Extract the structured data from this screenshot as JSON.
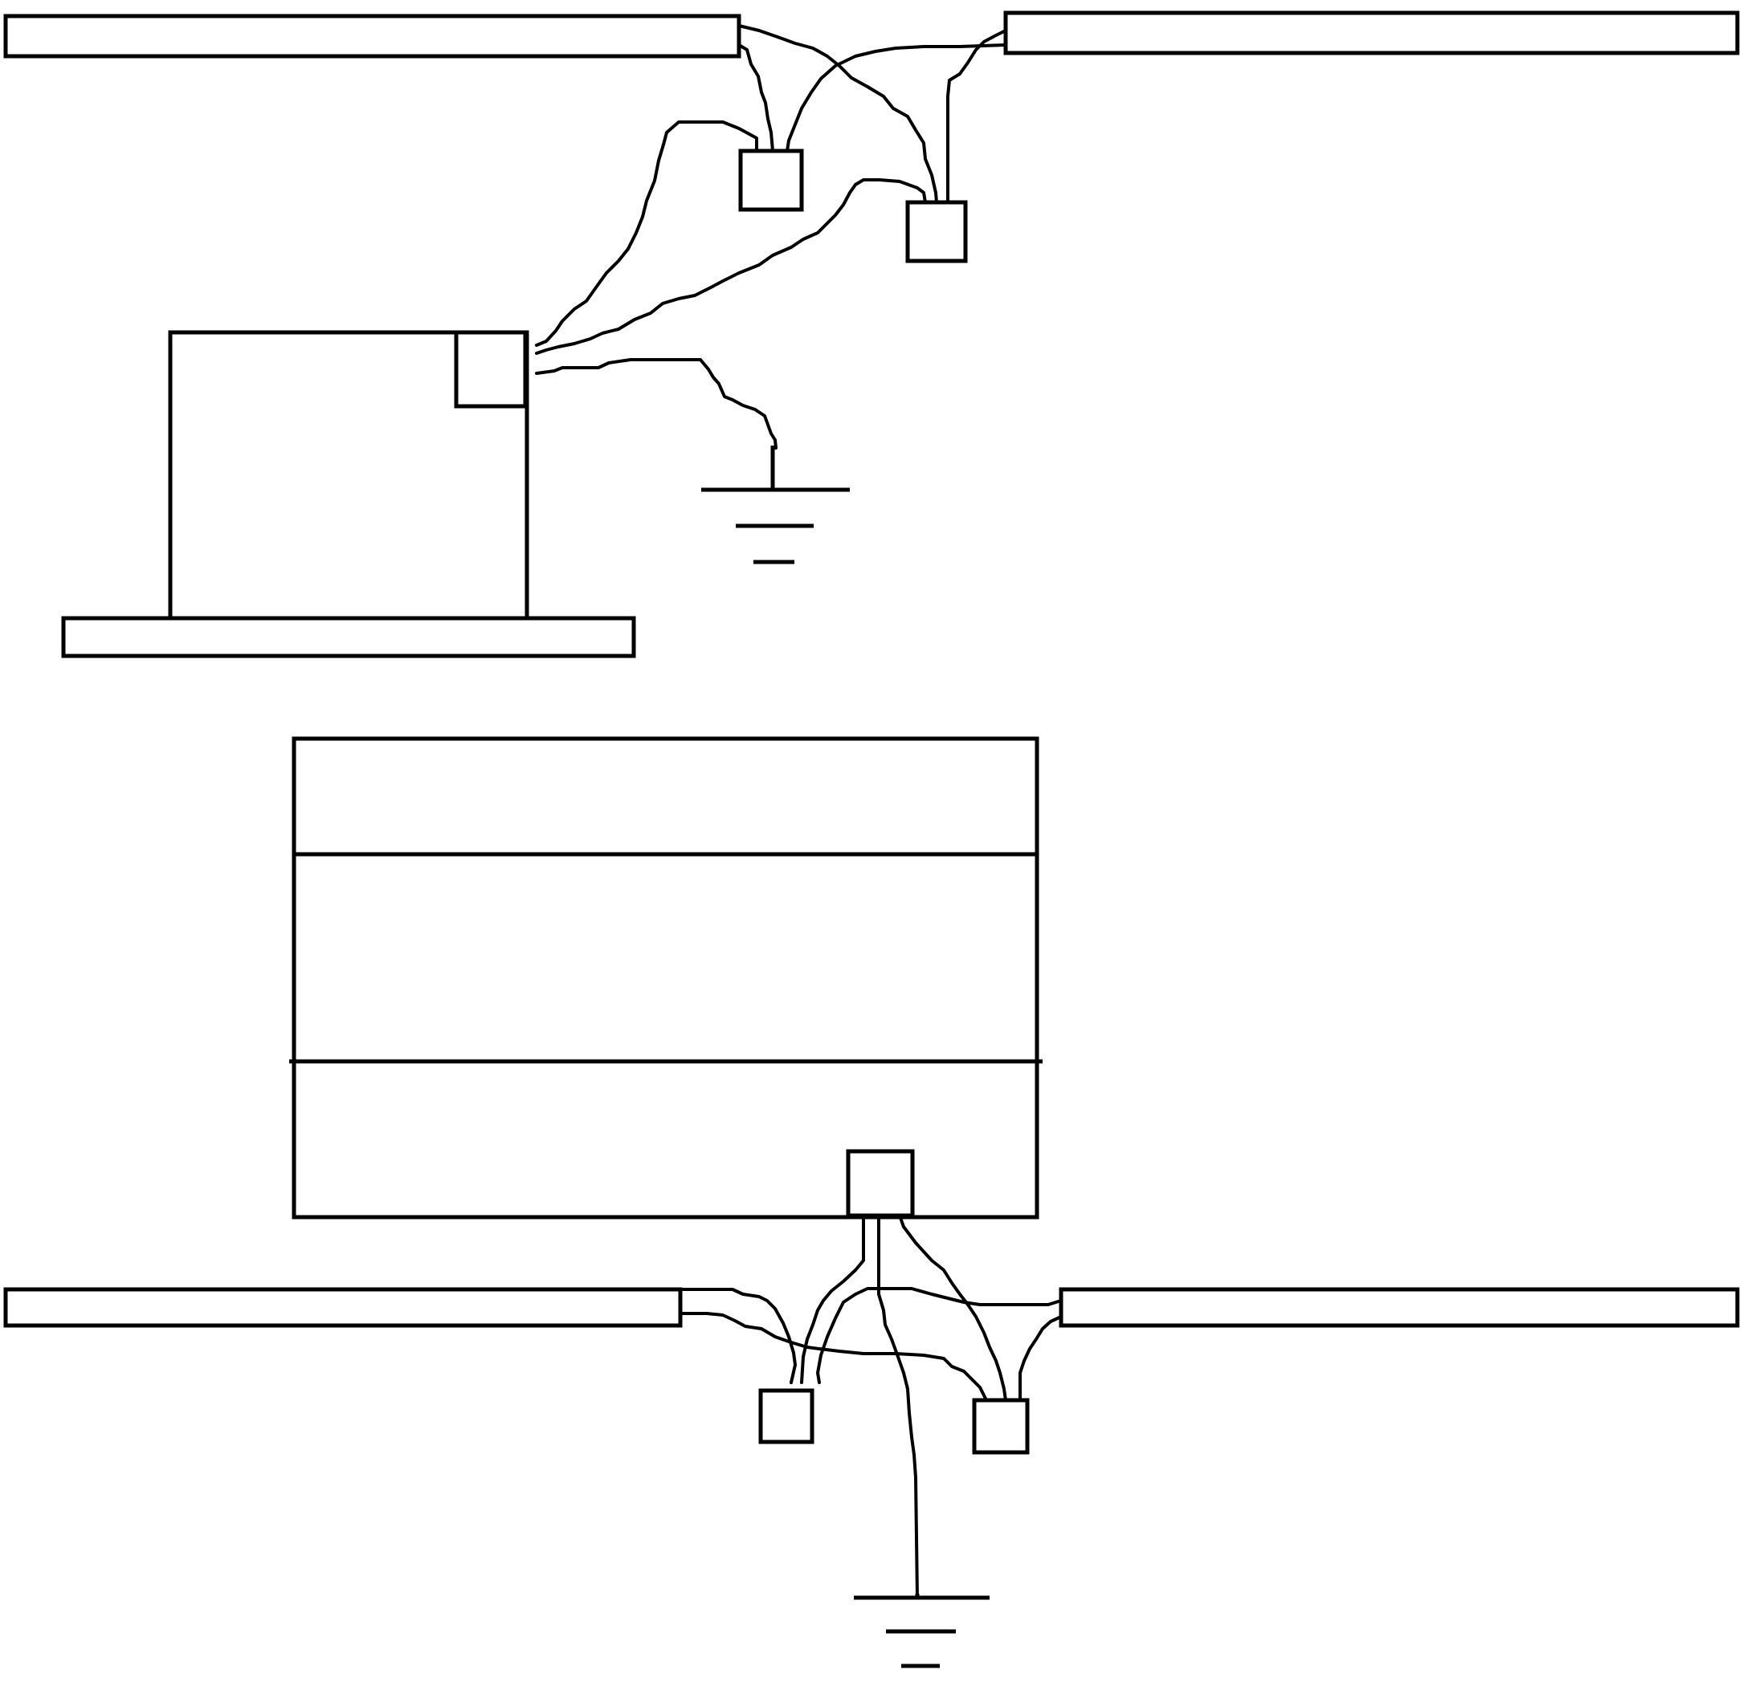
{
  "diagram": {
    "kind": "wiring-schematic",
    "colors": {
      "line": "#000000",
      "background": "#ffffff"
    },
    "components": {
      "upper_group": [
        "rail-top-left",
        "rail-top-right",
        "junction-box-top-1",
        "junction-box-top-2",
        "device-box-upper",
        "device-terminal-upper",
        "base-plate-upper",
        "ground-symbol-upper"
      ],
      "lower_group": [
        "cabinet-lower",
        "cabinet-terminal-lower",
        "rail-bottom-left",
        "rail-bottom-right",
        "junction-box-bottom-1",
        "junction-box-bottom-2",
        "ground-symbol-lower"
      ]
    },
    "labels": []
  }
}
